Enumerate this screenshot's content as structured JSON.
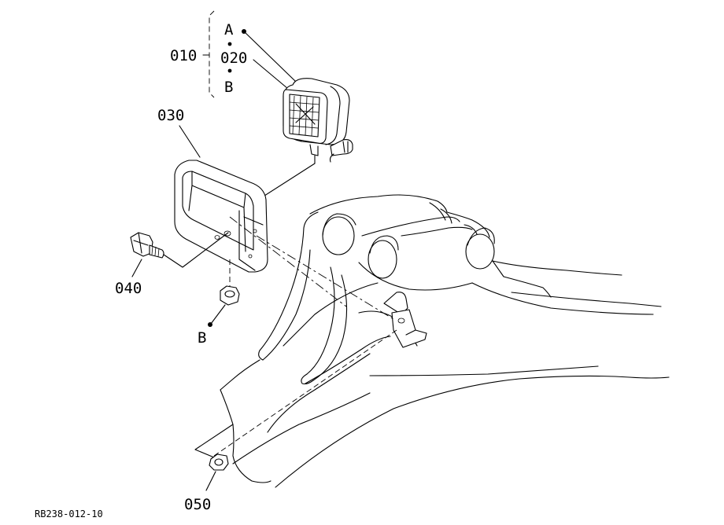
{
  "diagram": {
    "callouts": {
      "part_010": "010",
      "part_020": "020",
      "part_030": "030",
      "part_040": "040",
      "part_050": "050",
      "ref_a": "A",
      "ref_b_top": "B",
      "ref_b_bottom": "B"
    },
    "figure_code": "RB238-012-10"
  }
}
